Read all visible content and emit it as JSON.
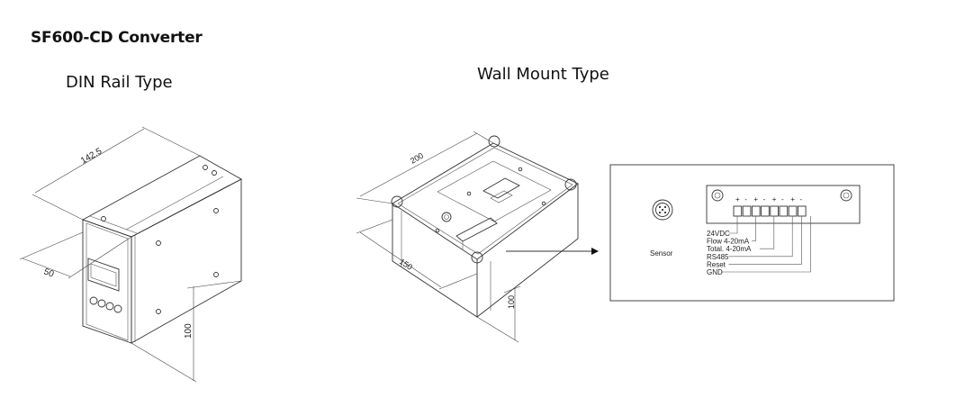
{
  "title": "SF600-CD Converter",
  "din": {
    "label": "DIN Rail Type",
    "dim_length": "142.5",
    "dim_depth": "50",
    "dim_height": "100"
  },
  "wall": {
    "label": "Wall Mount Type",
    "dim_length": "200",
    "dim_width": "150",
    "dim_height": "100"
  },
  "terminal": {
    "sensor_label": "Sensor",
    "polarity": [
      "+",
      "-",
      "+",
      "-",
      "+",
      "-",
      "+",
      "-"
    ],
    "signals": [
      "24VDC",
      "Flow 4-20mA",
      "Total. 4-20mA",
      "RS485",
      "Reset",
      "GND"
    ]
  }
}
